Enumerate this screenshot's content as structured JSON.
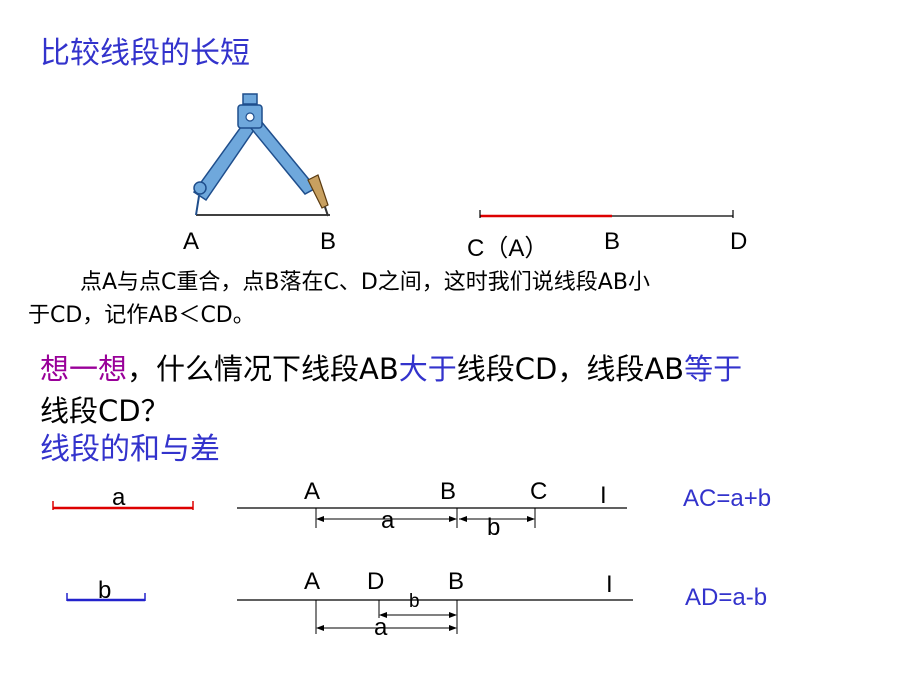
{
  "compare": {
    "title": "比较线段的长短",
    "labels_compass": [
      "A",
      "B"
    ],
    "labels_line": [
      "C（A）",
      "B",
      "D"
    ],
    "paragraph_line1": "点A与点C重合，点B落在C、D之间，这时我们说线段AB小",
    "paragraph_line2": "于CD，记作AB＜CD。"
  },
  "think": {
    "prefix": "想一想",
    "part1": "，什么情况下线段AB",
    "greater": "大于",
    "part2": "线段CD，线段AB",
    "equal": "等于",
    "line2": "线段CD？"
  },
  "sum_diff": {
    "title": "线段的和与差",
    "seg_a_label": "a",
    "seg_b_label": "b",
    "sum": {
      "points": [
        "A",
        "B",
        "C",
        "I"
      ],
      "dim_a": "a",
      "dim_b": "b",
      "formula": "AC=a+b"
    },
    "diff": {
      "points": [
        "A",
        "D",
        "B",
        "I"
      ],
      "dim_b": "b",
      "dim_a": "a",
      "formula": "AD=a-b"
    }
  },
  "colors": {
    "title_blue": "#3333cc",
    "accent_purple": "#990099",
    "segment_red": "#dd0000",
    "segment_blue": "#2222cc",
    "compass_blue": "#6fa8dc"
  }
}
